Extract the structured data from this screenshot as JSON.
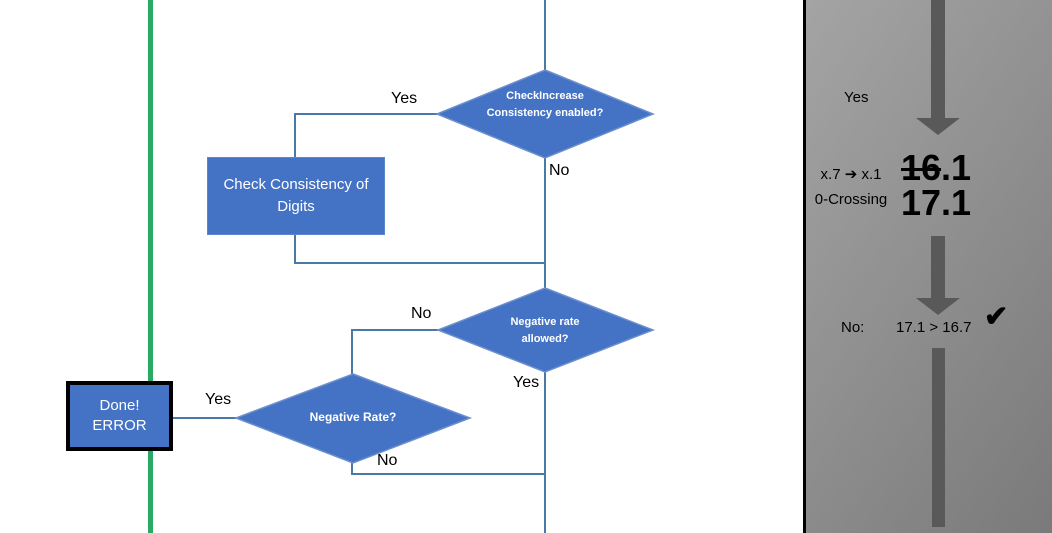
{
  "colors": {
    "shape_fill": "#4472C4",
    "shape_stroke": "#6B8FCE",
    "connector": "#4A79A8",
    "guide_line_green": "#28AA64",
    "panel_gray_light": "#A4A4A4",
    "panel_gray_dark": "#7A7A7A",
    "panel_arrow_gray": "#595959",
    "done_box_border": "#000000",
    "node_text": "#FFFFFF",
    "label_text": "#000000"
  },
  "flowchart": {
    "nodes": {
      "check_increase": "CheckIncrease Consistency enabled?",
      "check_consistency": "Check Consistency of Digits",
      "negative_rate_allowed": "Negative rate allowed?",
      "negative_rate": "Negative Rate?",
      "done_error_line1": "Done!",
      "done_error_line2": "ERROR"
    },
    "branch_labels": {
      "check_increase_yes": "Yes",
      "check_increase_no": "No",
      "negative_rate_allowed_no": "No",
      "negative_rate_allowed_yes": "Yes",
      "negative_rate_yes": "Yes",
      "negative_rate_no": "No"
    }
  },
  "side_panel": {
    "yes_label": "Yes",
    "transition_rule": "x.7 ➔ x.1",
    "transition_name": "0-Crossing",
    "old_value_struck": "16",
    "old_value_tail": ".1",
    "new_value": "17.1",
    "no_label": "No:",
    "comparison": "17.1 > 16.7",
    "check_mark": "✔"
  }
}
